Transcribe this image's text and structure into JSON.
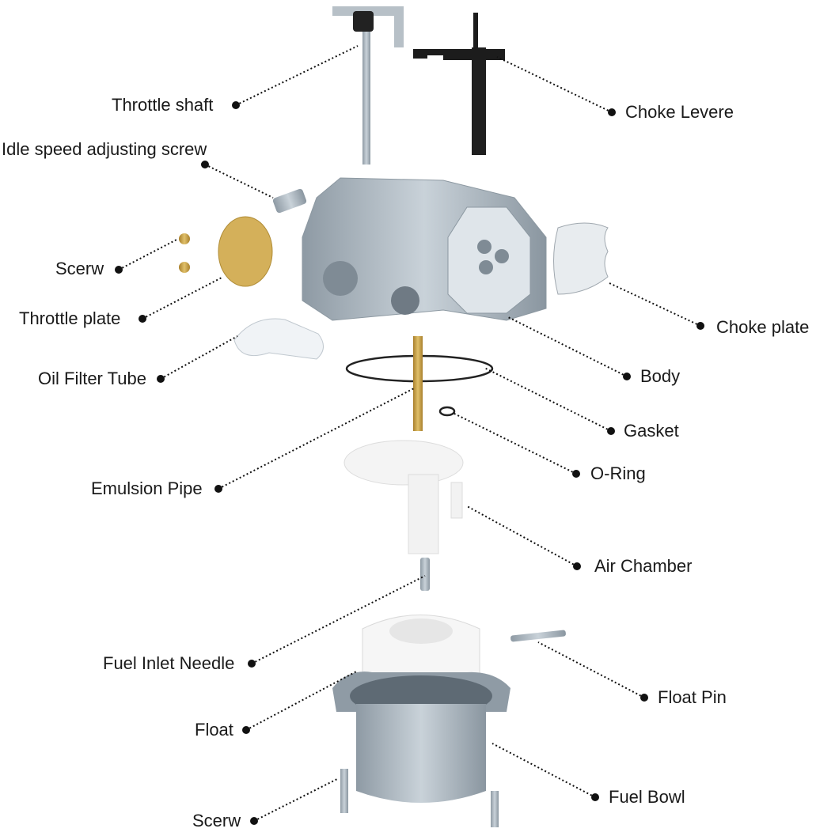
{
  "title": "Carburetor exploded parts diagram",
  "labels": {
    "throttle_shaft": "Throttle shaft",
    "choke_lever": "Choke Levere",
    "idle_screw": "Idle speed adjusting screw",
    "screw_top": "Scerw",
    "throttle_plate": "Throttle plate",
    "oil_filter_tube": "Oil Filter Tube",
    "choke_plate": "Choke plate",
    "body": "Body",
    "gasket": "Gasket",
    "o_ring": "O-Ring",
    "emulsion_pipe": "Emulsion Pipe",
    "air_chamber": "Air Chamber",
    "fuel_inlet_needle": "Fuel Inlet Needle",
    "float_pin": "Float Pin",
    "float": "Float",
    "fuel_bowl": "Fuel Bowl",
    "screw_bottom": "Scerw"
  },
  "colors": {
    "metal": "#a9b4bd",
    "brass": "#c9a34a",
    "plastic": "#f4f4f4",
    "black": "#1c1c1c"
  }
}
